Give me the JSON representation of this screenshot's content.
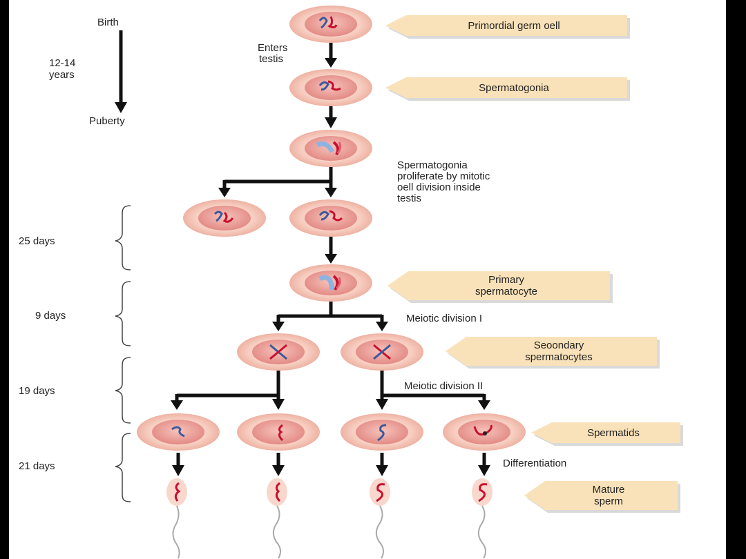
{
  "timeline": {
    "birth": "Birth",
    "years_line1": "12-14",
    "years_line2": "years",
    "puberty": "Puberty"
  },
  "durations": [
    "25 days",
    "9 days",
    "19 days",
    "21 days"
  ],
  "tags": {
    "primordial": "Primordial germ oell",
    "spermatogonia": "Spermatogonia",
    "primary_line1": "Primary",
    "primary_line2": "spermatocyte",
    "secondary_line1": "Seoondary",
    "secondary_line2": "spermatocytes",
    "spermatids": "Spermatids",
    "mature_line1": "Mature",
    "mature_line2": "sperm"
  },
  "annotations": {
    "enters_line1": "Enters",
    "enters_line2": "testis",
    "prolif_line1": "Spermatogonia",
    "prolif_line2": "proliferate by mitotic",
    "prolif_line3": "oell division inside",
    "prolif_line4": "testis",
    "meiosis1": "Meiotic division I",
    "meiosis2": "Meiotic division II",
    "differentiation": "Differentiation"
  },
  "colors": {
    "cell_fill": "#f5c9bb",
    "nucleus_fill": "#e89a95",
    "chromosome_red": "#c8102e",
    "chromosome_blue": "#3a5a9a",
    "tag_fill": "#f9e2b9"
  }
}
